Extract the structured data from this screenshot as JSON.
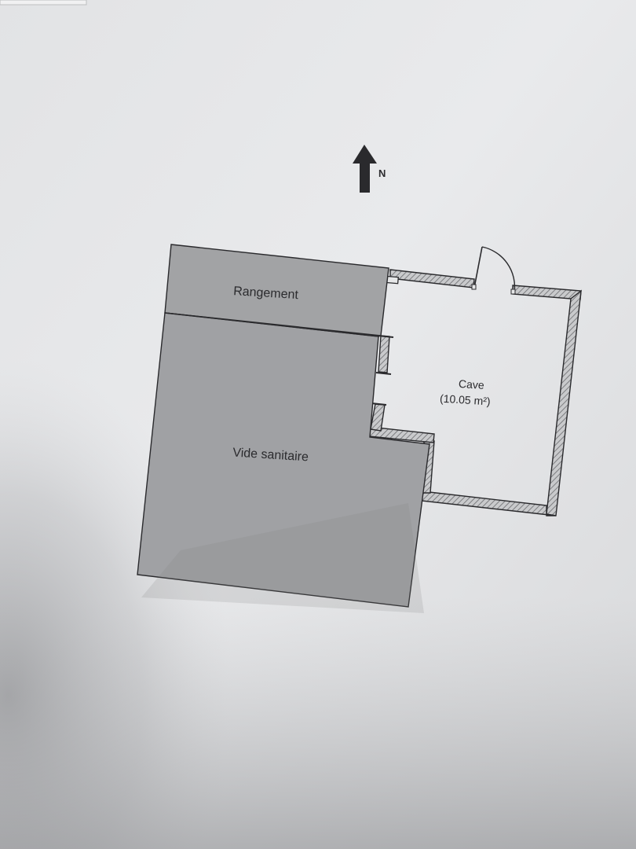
{
  "compass": {
    "label": "N"
  },
  "rooms": {
    "rangement": {
      "name": "Rangement"
    },
    "vide_sanitaire": {
      "name": "Vide sanitaire"
    },
    "cave": {
      "name": "Cave",
      "area": "(10.05 m²)"
    }
  },
  "colors": {
    "paper": "#e6e7e8",
    "shaded_room": "#a3a4a6",
    "wall_outline": "#2a2a2d",
    "wall_hatch": "#8e8f92",
    "text": "#2b2b2e"
  }
}
